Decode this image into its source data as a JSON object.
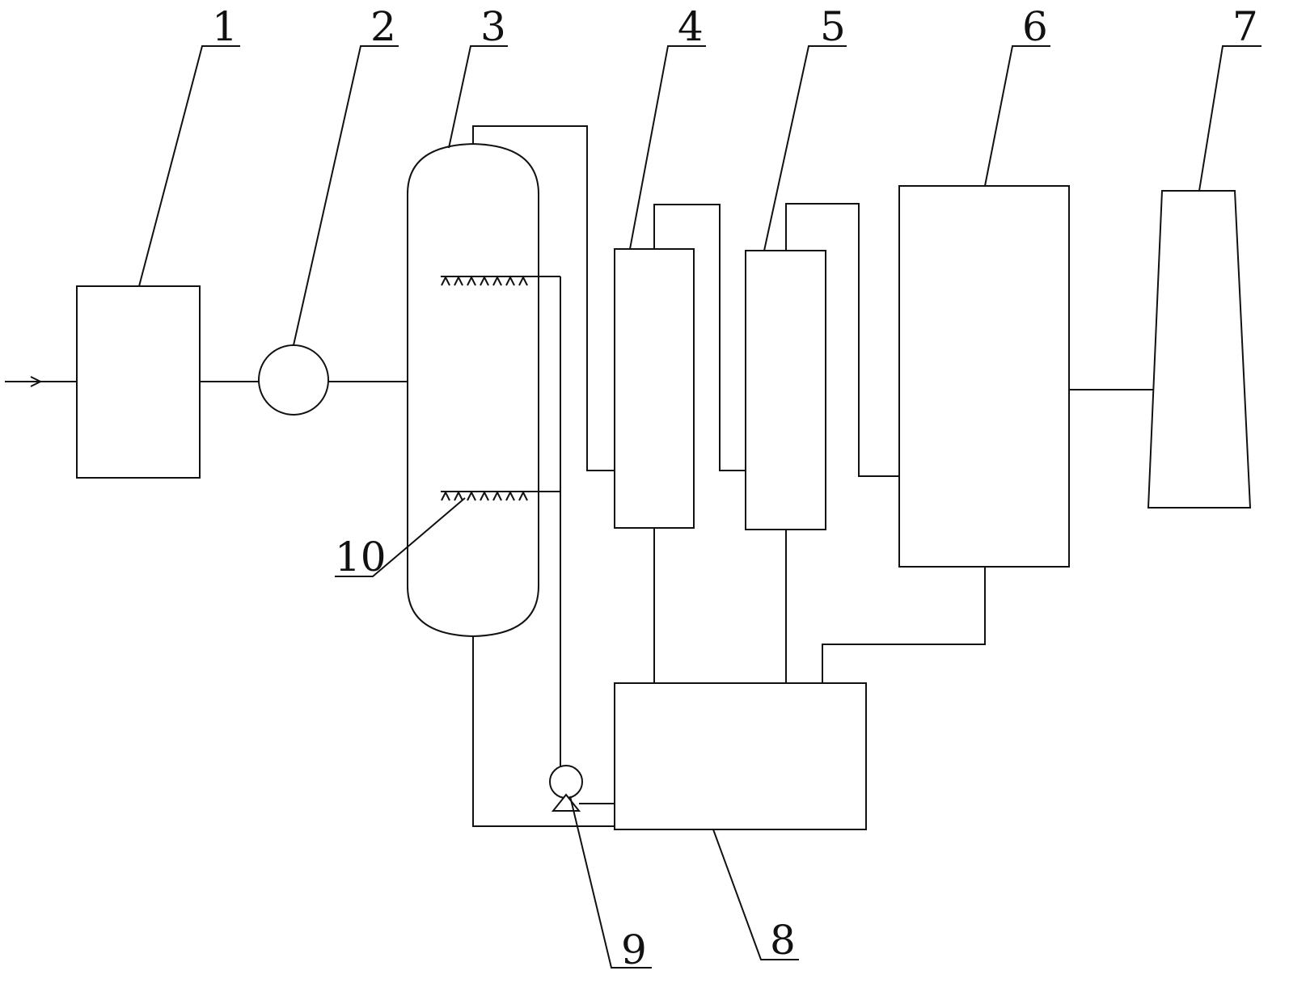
{
  "labels": {
    "l1": "1",
    "l2": "2",
    "l3": "3",
    "l4": "4",
    "l5": "5",
    "l6": "6",
    "l7": "7",
    "l8": "8",
    "l9": "9",
    "l10": "10"
  },
  "colors": {
    "line": "#111111",
    "background": "#ffffff"
  },
  "icons": {
    "inlet": "arrow-right-icon",
    "pump": "pump-icon",
    "fan": "circle-icon",
    "stack": "chimney-icon",
    "nozzles": "spray-nozzle-icon"
  }
}
